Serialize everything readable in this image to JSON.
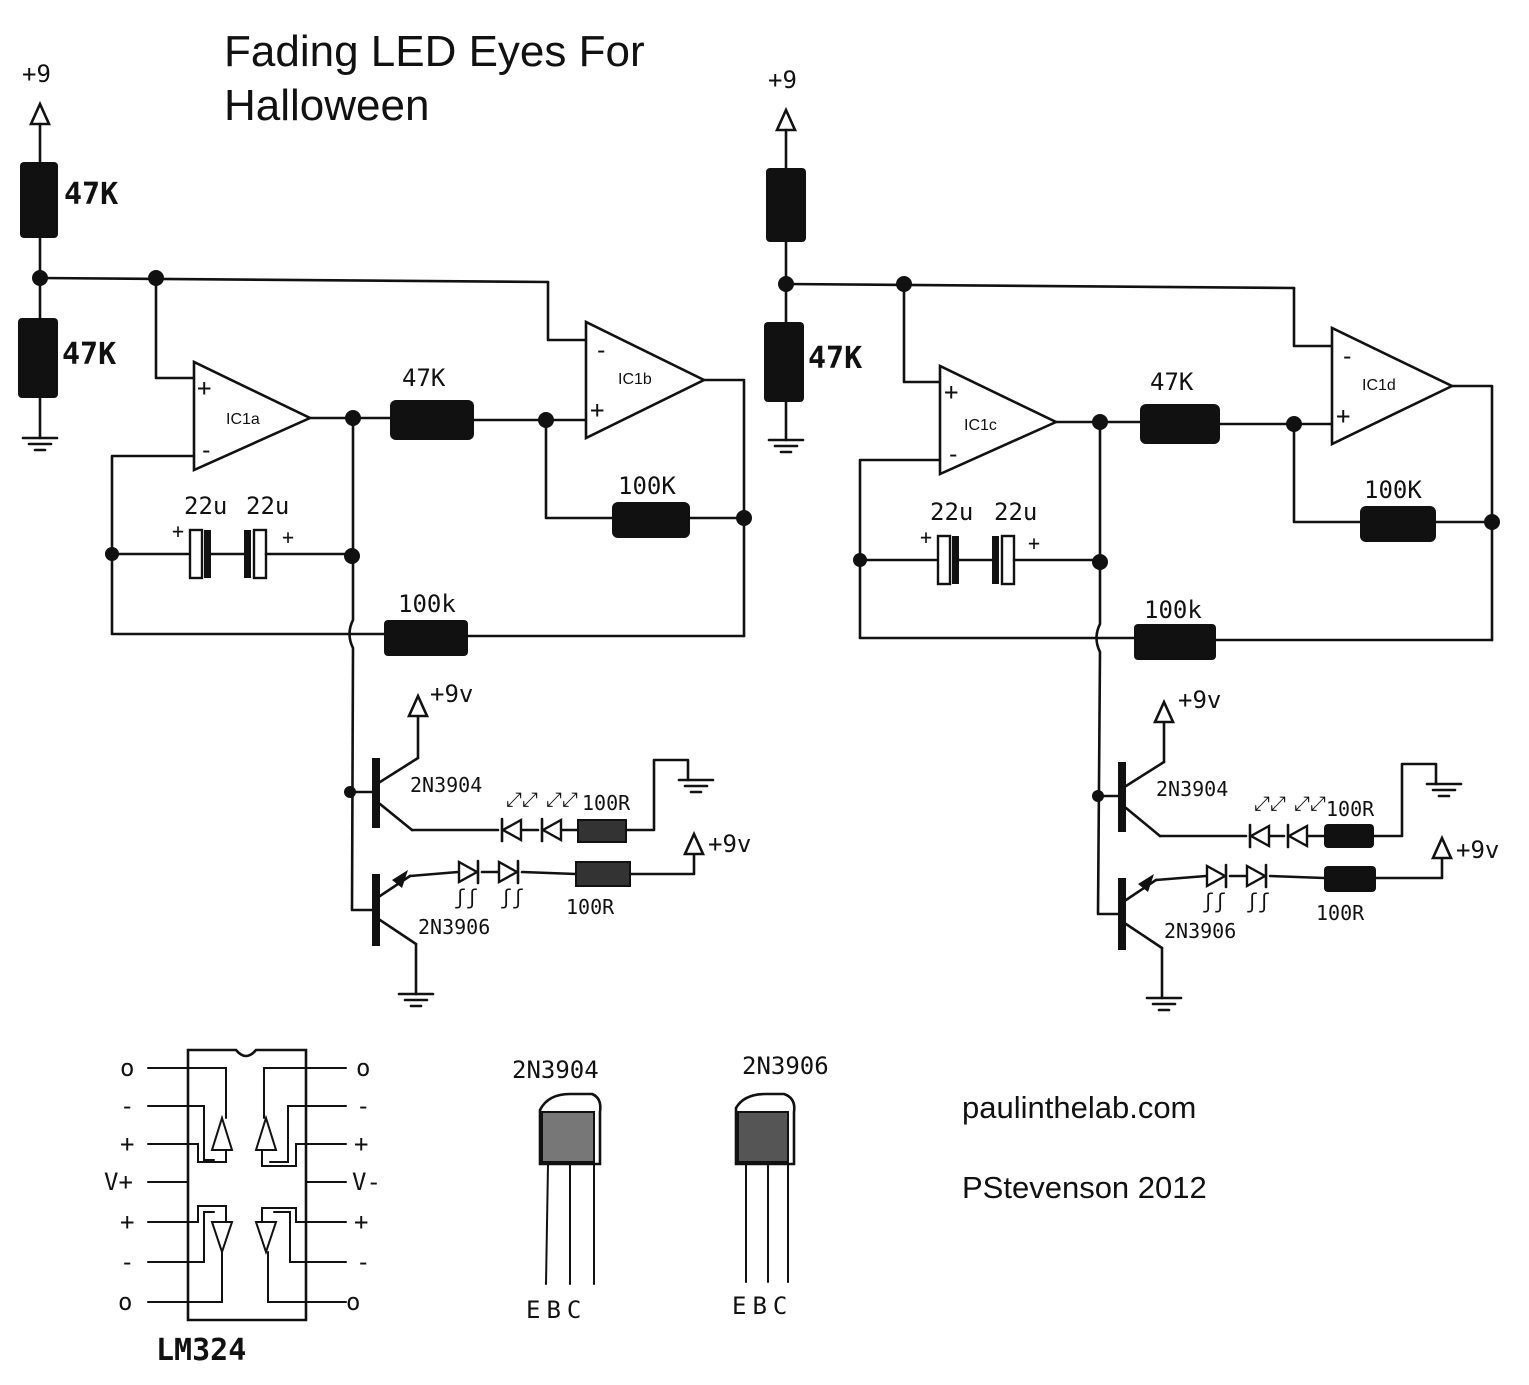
{
  "title": {
    "line1": "Fading LED Eyes For",
    "line2": "Halloween"
  },
  "website": "paulinthelab.com",
  "author": "PStevenson 2012",
  "supply": "+9",
  "supply_v": "+9v",
  "opamps": [
    "IC1a",
    "IC1b",
    "IC1c",
    "IC1d"
  ],
  "resistors": {
    "divider_top": "47K",
    "divider_bottom": "47K",
    "series": "47K",
    "feedback": "100K",
    "loop": "100k",
    "led_top": "100R",
    "led_bottom": "100R"
  },
  "capacitor": "22u",
  "transistors": {
    "npn": "2N3904",
    "pnp": "2N3906"
  },
  "chip": {
    "name": "LM324",
    "left_pins": [
      "o",
      "-",
      "+",
      "V+",
      "+",
      "-",
      "o"
    ],
    "right_pins": [
      "o",
      "-",
      "+",
      "V-",
      "+",
      "-",
      "o"
    ]
  },
  "pinouts": [
    {
      "name": "2N3904",
      "pins": "EBC"
    },
    {
      "name": "2N3906",
      "pins": "EBC"
    }
  ]
}
